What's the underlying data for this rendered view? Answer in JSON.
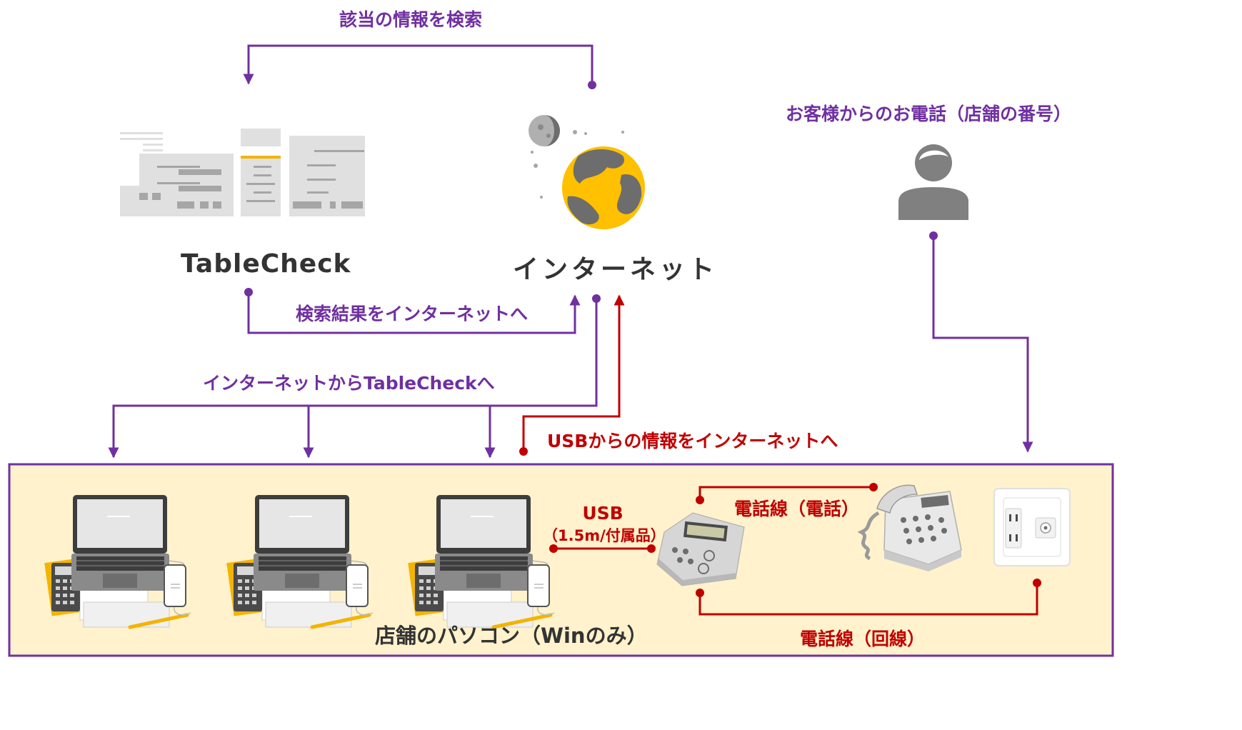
{
  "colors": {
    "purple": "#7030A0",
    "red": "#C00000",
    "shop_bg": "#FFF2CC",
    "globe_land": "#FFC000",
    "icon_gray": "#808080"
  },
  "labels": {
    "search_info": "該当の情報を検索",
    "customer_call": "お客様からのお電話（店舗の番号）",
    "tablecheck": "TableCheck",
    "internet": "インターネット",
    "results_to_internet": "検索結果をインターネットへ",
    "internet_to_tablecheck": "インターネットからTableCheckへ",
    "usb_to_internet": "USBからの情報をインターネットへ",
    "usb": "USB",
    "usb_detail": "（1.5m/付属品）",
    "phone_line_phone": "電話線（電話）",
    "phone_line_wall": "電話線（回線）",
    "shop_pcs": "店舗のパソコン（Winのみ）"
  },
  "icons": {
    "tablecheck": "web-screens-icon",
    "internet": "globe-moon-icon",
    "customer": "person-icon",
    "pc": "laptop-desk-icon",
    "device": "call-id-device-icon",
    "phone": "telephone-icon",
    "wall": "phone-wall-outlet-icon"
  }
}
